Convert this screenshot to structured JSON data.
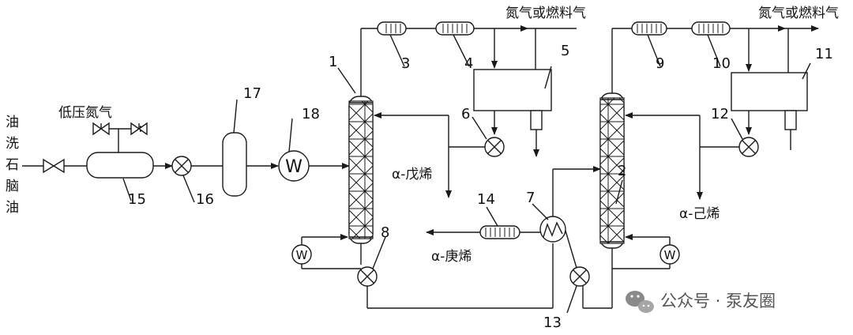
{
  "labels": {
    "feed": [
      "油",
      "洗",
      "石",
      "脑",
      "油"
    ],
    "low_pressure_n2": "低压氮气",
    "n2_or_fuel_gas_1": "氮气或燃料气",
    "n2_or_fuel_gas_2": "氮气或燃料气",
    "alpha_pentene": "α-戊烯",
    "alpha_hexene": "α-己烯",
    "alpha_heptene": "α-庚烯"
  },
  "equipment_numbers": {
    "n1": "1",
    "n2": "2",
    "n3": "3",
    "n4": "4",
    "n5": "5",
    "n6": "6",
    "n7": "7",
    "n8": "8",
    "n9": "9",
    "n10": "10",
    "n11": "11",
    "n12": "12",
    "n13": "13",
    "n14": "14",
    "n15": "15",
    "n16": "16",
    "n17": "17",
    "n18": "18"
  },
  "heater_symbol": "W",
  "watermark": {
    "text": "公众号 · 泵友圈",
    "icon": "wechat-icon"
  }
}
